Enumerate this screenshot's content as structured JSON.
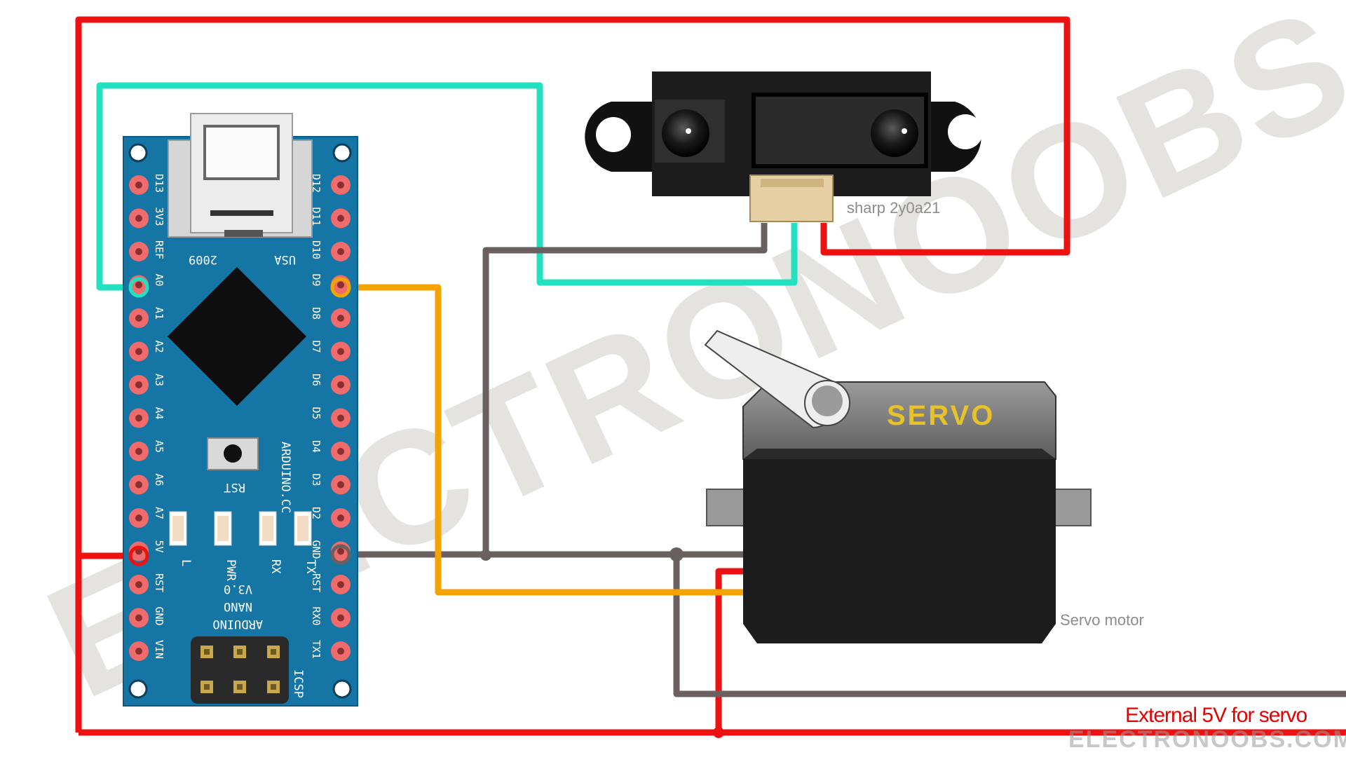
{
  "labels": {
    "sensor": "sharp 2y0a21",
    "servo_caption": "Servo motor",
    "servo_text": "SERVO",
    "external": "External 5V for servo",
    "watermark_site": "ELECTRONOOBS.COM",
    "watermark_logo": "ELECTRONOOBS"
  },
  "board": {
    "usb_left": "2009",
    "usb_right": "USA",
    "rst": "RST",
    "brand": "ARDUINO.CC",
    "title_lines": [
      "ARDUINO",
      "NANO",
      "V3.0"
    ],
    "icsp": "ICSP",
    "left_pins": [
      "D13",
      "3V3",
      "REF",
      "A0",
      "A1",
      "A2",
      "A3",
      "A4",
      "A5",
      "A6",
      "A7",
      "5V",
      "RST",
      "GND",
      "VIN"
    ],
    "right_pins": [
      "D12",
      "D11",
      "D10",
      "D9",
      "D8",
      "D7",
      "D6",
      "D5",
      "D4",
      "D3",
      "D2",
      "GND",
      "RST",
      "RX0",
      "TX1"
    ],
    "leds": [
      "L",
      "PWR",
      "RX",
      "TX"
    ]
  },
  "colors": {
    "wire_power": "#ee1111",
    "wire_signal_sensor": "#22e0c0",
    "wire_signal_servo": "#f5a300",
    "wire_ground": "#6b6060",
    "board": "#1576a6",
    "pad": "#f06b6b",
    "servo_body": "#1c1c1c",
    "servo_label": "#e8c22a"
  }
}
